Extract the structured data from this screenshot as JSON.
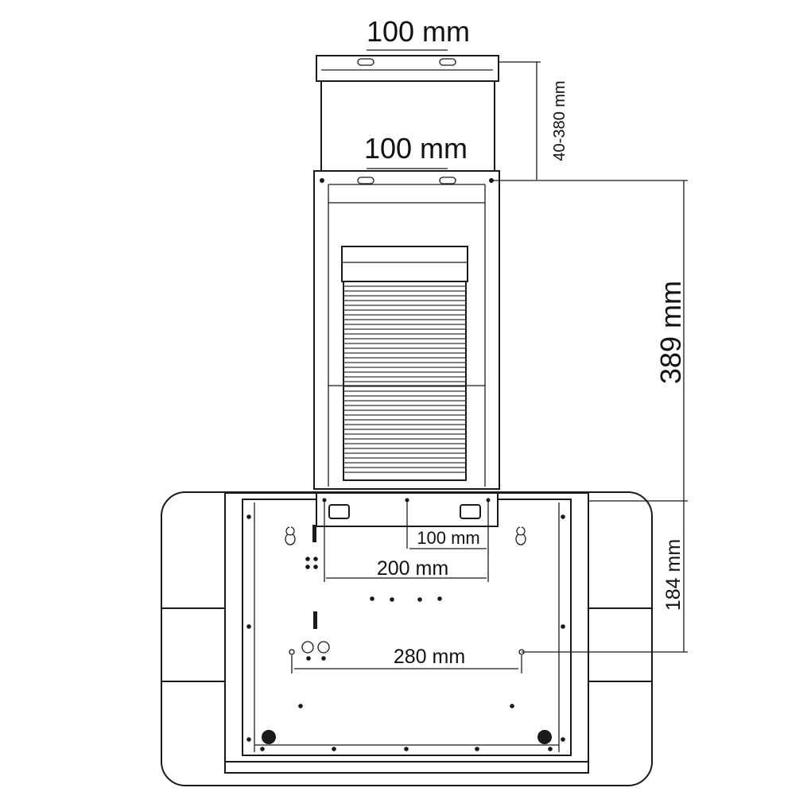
{
  "dimensions": {
    "top_bracket_spacing": "100 mm",
    "chimney_bracket_spacing": "100 mm",
    "chimney_extension_range": "40-380 mm",
    "chimney_height": "389 mm",
    "hood_mount_height": "184 mm",
    "bracket_inner_spacing": "100 mm",
    "bracket_outer_spacing": "200 mm",
    "hood_mount_spacing": "280 mm"
  },
  "colors": {
    "line": "#1a1a1a",
    "background": "#ffffff"
  }
}
